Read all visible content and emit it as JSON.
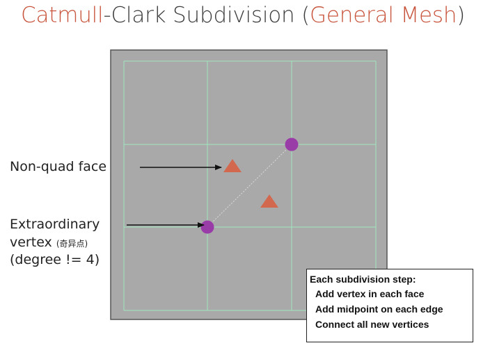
{
  "title": {
    "part1": "Catmull",
    "part2": "-Clark Subdivision (",
    "part3": "General Mesh",
    "part4": ")"
  },
  "labels": {
    "non_quad_face": "Non-quad face",
    "extraordinary_line1": "Extraordinary",
    "extraordinary_line2": "vertex",
    "extraordinary_cjk": "(奇异点)",
    "extraordinary_line3": "(degree != 4)"
  },
  "note": {
    "heading": "Each subdivision step:",
    "steps": [
      "Add vertex in each face",
      "Add midpoint on each edge",
      "Connect all new vertices"
    ]
  },
  "colors": {
    "accent": "#c8553d",
    "vertex": "#9a3ca8",
    "face_marker": "#d2684e",
    "panel": "#a9a9a9",
    "grid": "#9ee6c0"
  }
}
